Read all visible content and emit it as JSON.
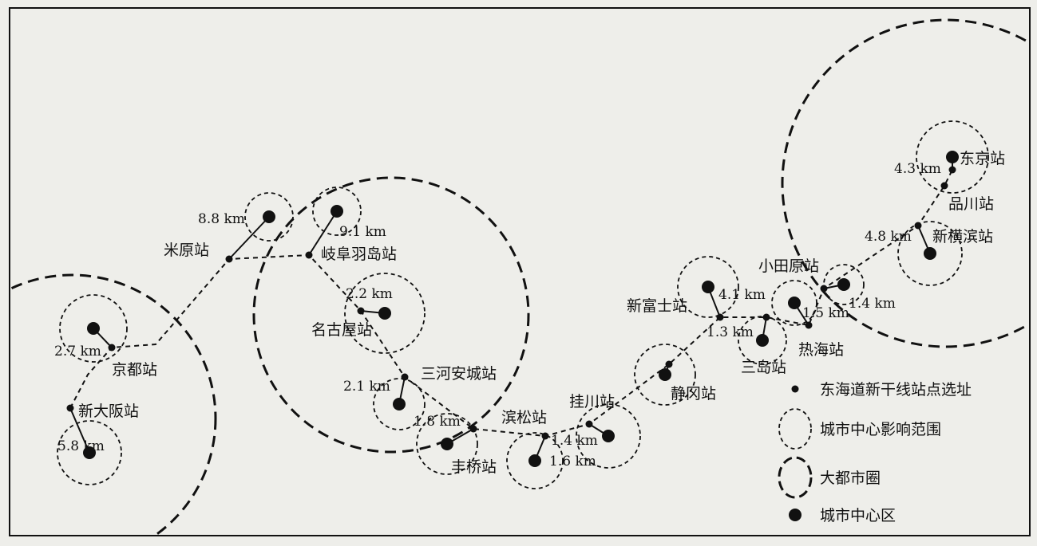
{
  "colors": {
    "background": "#eeeeea",
    "ink": "#111111"
  },
  "stations": [
    {
      "name": "新大阪站",
      "distance": "5.8 km"
    },
    {
      "name": "京都站",
      "distance": "2.7 km"
    },
    {
      "name": "米原站",
      "distance": "8.8 km"
    },
    {
      "name": "岐阜羽岛站",
      "distance": "9.1 km"
    },
    {
      "name": "名古屋站",
      "distance": "2.2 km"
    },
    {
      "name": "三河安城站",
      "distance": "2.1 km"
    },
    {
      "name": "丰桥站",
      "distance": "1.8 km"
    },
    {
      "name": "滨松站",
      "distance": "1.6 km"
    },
    {
      "name": "挂川站",
      "distance": "1.4 km"
    },
    {
      "name": "静冈站",
      "distance": ""
    },
    {
      "name": "新富士站",
      "distance": "4.1 km"
    },
    {
      "name": "三岛站",
      "distance": "1.3 km"
    },
    {
      "name": "热海站",
      "distance": "1.5 km"
    },
    {
      "name": "小田原站",
      "distance": "1.4 km"
    },
    {
      "name": "新横滨站",
      "distance": "4.8 km"
    },
    {
      "name": "品川站",
      "distance": ""
    },
    {
      "name": "东京站",
      "distance": "4.3 km"
    }
  ],
  "legend": [
    {
      "icon": "small-dot",
      "label": "东海道新干线站点选址"
    },
    {
      "icon": "small-dashed-circle",
      "label": "城市中心影响范围"
    },
    {
      "icon": "large-dashed-circle",
      "label": "大都市圈"
    },
    {
      "icon": "large-dot",
      "label": "城市中心区"
    }
  ]
}
